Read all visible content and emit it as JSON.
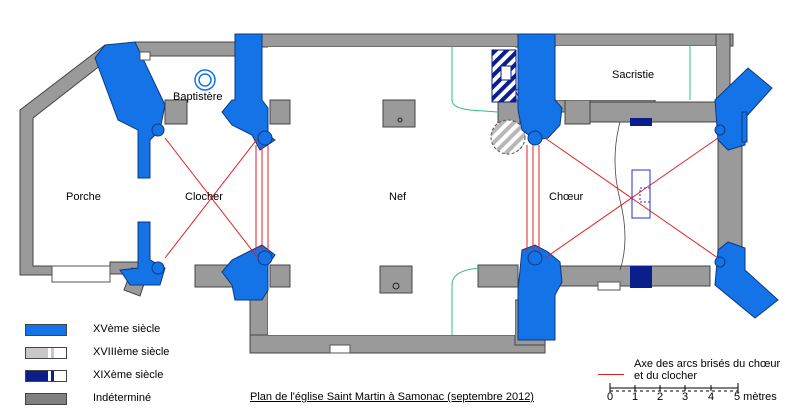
{
  "rooms": {
    "porche": "Porche",
    "clocher": "Clocher",
    "baptistere": "Baptistère",
    "nef": "Nef",
    "choeur": "Chœur",
    "sacristie": "Sacristie"
  },
  "legend": [
    {
      "label": "XVème siècle",
      "kind": "solid",
      "color": "#1473e6"
    },
    {
      "label": "XVIIIème siècle",
      "kind": "hatched",
      "color": "#c8c8c8"
    },
    {
      "label": "XIXème siècle",
      "kind": "hatched",
      "color": "#0a1e8c"
    },
    {
      "label": "Indéterminé",
      "kind": "solid",
      "color": "#808080"
    }
  ],
  "axis_legend": {
    "line1": "Axe des arcs brisés du chœur",
    "line2": "et du clocher",
    "color": "#e02020"
  },
  "caption": "Plan de l'église Saint Martin à Samonac (septembre 2012)",
  "scale": {
    "ticks": [
      "0",
      "1",
      "2",
      "3",
      "4",
      "5 mètres"
    ]
  },
  "colors": {
    "xv": "#1473e6",
    "xviii": "#c8c8c8",
    "xix": "#0a1e8c",
    "indetermine": "#808080",
    "axis": "#e02020",
    "green": "#30c080"
  }
}
